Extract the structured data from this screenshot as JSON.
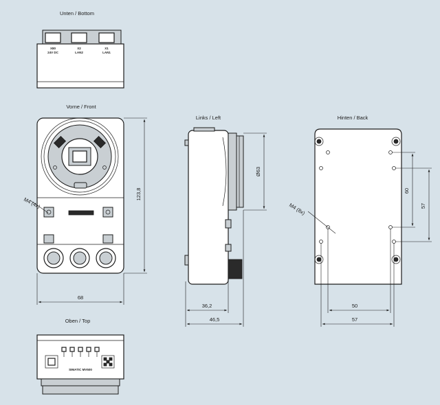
{
  "views": {
    "bottom": "Unten  /   Bottom",
    "front": "Vorne / Front",
    "left": "Links / Left",
    "back": "Hinten / Back",
    "top": "Oben / Top"
  },
  "connectors": {
    "x80": "X80",
    "x80_sub": "24V DC",
    "x2": "X2",
    "x2_sub": "LAN2",
    "x1": "X1",
    "x1_sub": "LAN1"
  },
  "product_label": "SIMATIC MV500",
  "dimensions": {
    "front_width": "68",
    "front_height": "123,8",
    "front_thread": "M4 (4x)",
    "lens_diameter": "Ø63",
    "left_depth_short": "36,2",
    "left_depth_total": "46,5",
    "back_thread": "M4 (8x)",
    "back_vertical_60": "60",
    "back_vertical_57": "57",
    "back_horizontal_50": "50",
    "back_horizontal_57": "57"
  },
  "colors": {
    "background": "#d7e2e9",
    "line": "#1c1c1c"
  }
}
